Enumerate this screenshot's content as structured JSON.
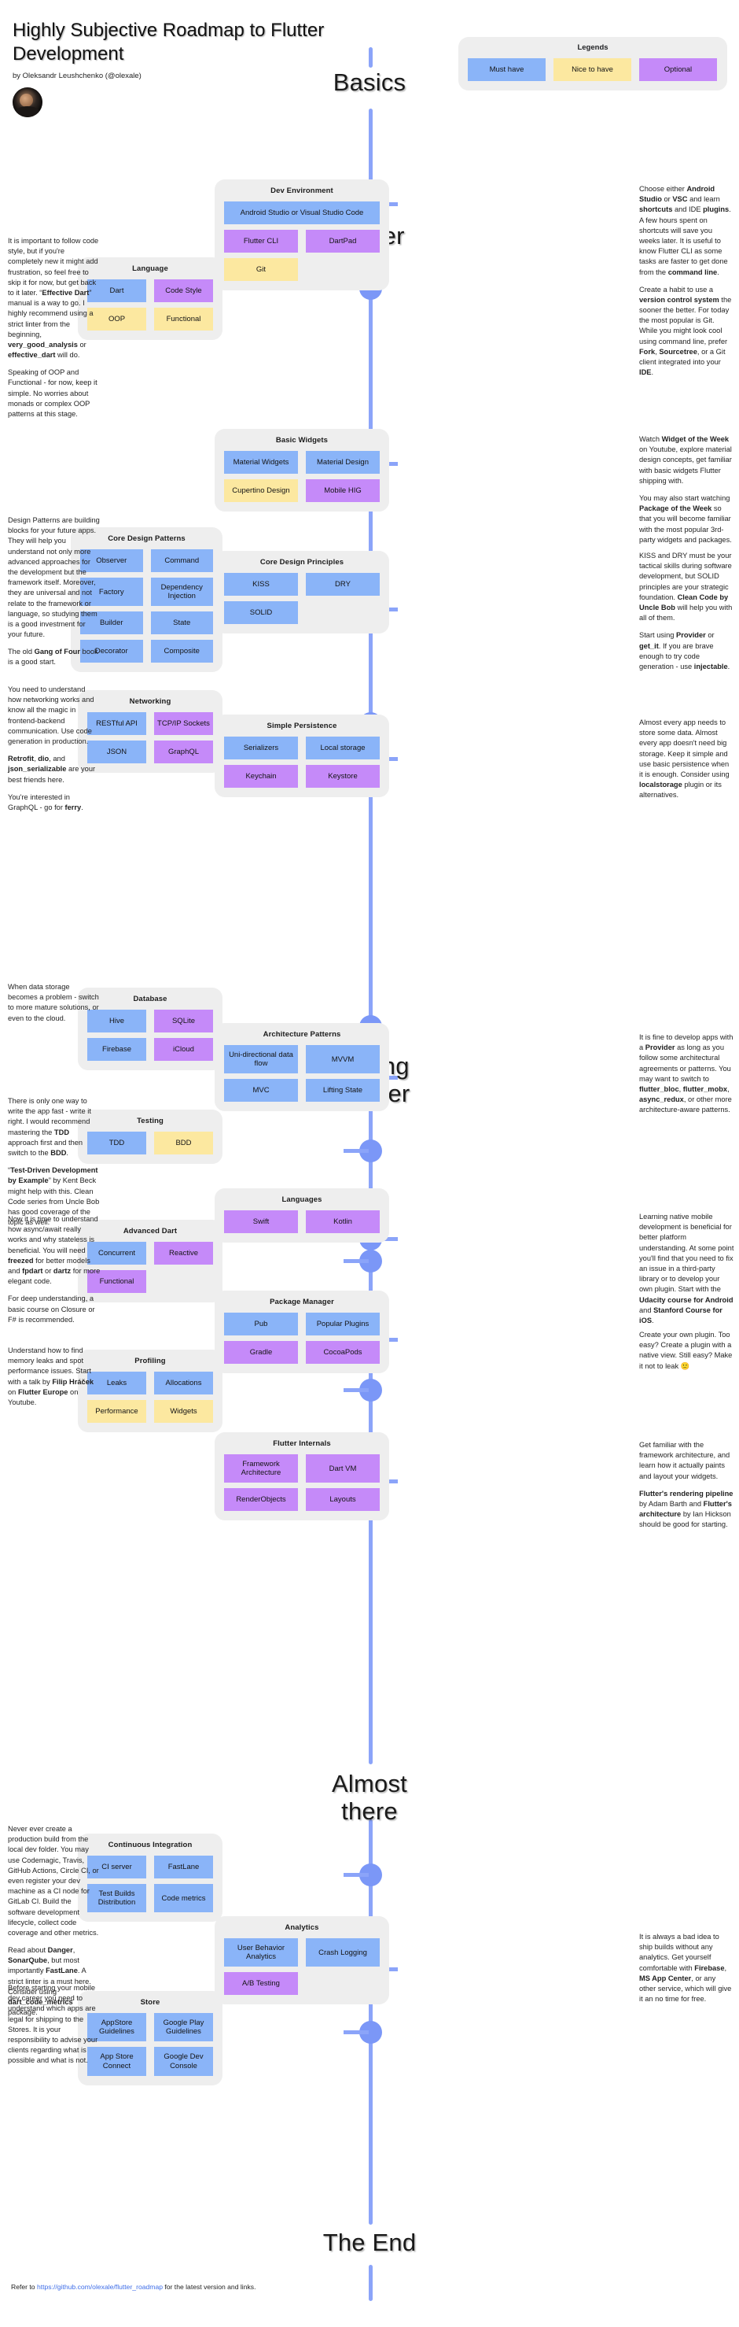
{
  "title": {
    "heading": "Highly Subjective Roadmap to Flutter Development",
    "byline": "by Oleksandr Leushchenko (@olexale)"
  },
  "legends": {
    "title": "Legends",
    "items": [
      {
        "label": "Must have",
        "color": "#8ab4f8",
        "kind": "blue"
      },
      {
        "label": "Nice to have",
        "color": "#fce8a0",
        "kind": "yellow"
      },
      {
        "label": "Optional",
        "color": "#c58af9",
        "kind": "purple"
      }
    ]
  },
  "milestones": [
    {
      "label": "Basics"
    },
    {
      "label": "Flutter"
    },
    {
      "label": "Getting Deeper"
    },
    {
      "label": "Almost there"
    },
    {
      "label": "The End"
    }
  ],
  "groups": [
    {
      "id": "dev-environment",
      "title": "Dev Environment",
      "chips": [
        {
          "label": "Android Studio or Visual Studio Code",
          "kind": "blue",
          "width": "full"
        },
        {
          "label": "Flutter CLI",
          "kind": "purple",
          "width": "half"
        },
        {
          "label": "DartPad",
          "kind": "purple",
          "width": "half"
        },
        {
          "label": "Git",
          "kind": "yellow",
          "width": "half"
        }
      ]
    },
    {
      "id": "language",
      "title": "Language",
      "chips": [
        {
          "label": "Dart",
          "kind": "blue",
          "width": "half"
        },
        {
          "label": "Code Style",
          "kind": "purple",
          "width": "half"
        },
        {
          "label": "OOP",
          "kind": "yellow",
          "width": "half"
        },
        {
          "label": "Functional",
          "kind": "yellow",
          "width": "half"
        }
      ]
    },
    {
      "id": "basic-widgets",
      "title": "Basic Widgets",
      "chips": [
        {
          "label": "Material Widgets",
          "kind": "blue",
          "width": "half"
        },
        {
          "label": "Material Design",
          "kind": "blue",
          "width": "half"
        },
        {
          "label": "Cupertino Design",
          "kind": "yellow",
          "width": "half"
        },
        {
          "label": "Mobile HIG",
          "kind": "purple",
          "width": "half"
        }
      ]
    },
    {
      "id": "core-design-patterns",
      "title": "Core Design Patterns",
      "chips": [
        {
          "label": "Observer",
          "kind": "blue",
          "width": "half"
        },
        {
          "label": "Command",
          "kind": "blue",
          "width": "half"
        },
        {
          "label": "Factory",
          "kind": "blue",
          "width": "half"
        },
        {
          "label": "Dependency Injection",
          "kind": "blue",
          "width": "half"
        },
        {
          "label": "Builder",
          "kind": "blue",
          "width": "half"
        },
        {
          "label": "State",
          "kind": "blue",
          "width": "half"
        },
        {
          "label": "Decorator",
          "kind": "blue",
          "width": "half"
        },
        {
          "label": "Composite",
          "kind": "blue",
          "width": "half"
        }
      ]
    },
    {
      "id": "core-design-principles",
      "title": "Core Design Principles",
      "chips": [
        {
          "label": "KISS",
          "kind": "blue",
          "width": "half"
        },
        {
          "label": "DRY",
          "kind": "blue",
          "width": "half"
        },
        {
          "label": "SOLID",
          "kind": "blue",
          "width": "half"
        }
      ]
    },
    {
      "id": "networking",
      "title": "Networking",
      "chips": [
        {
          "label": "RESTful API",
          "kind": "blue",
          "width": "half"
        },
        {
          "label": "TCP/IP Sockets",
          "kind": "purple",
          "width": "half"
        },
        {
          "label": "JSON",
          "kind": "blue",
          "width": "half"
        },
        {
          "label": "GraphQL",
          "kind": "purple",
          "width": "half"
        }
      ]
    },
    {
      "id": "simple-persistence",
      "title": "Simple Persistence",
      "chips": [
        {
          "label": "Serializers",
          "kind": "blue",
          "width": "half"
        },
        {
          "label": "Local storage",
          "kind": "blue",
          "width": "half"
        },
        {
          "label": "Keychain",
          "kind": "purple",
          "width": "half"
        },
        {
          "label": "Keystore",
          "kind": "purple",
          "width": "half"
        }
      ]
    },
    {
      "id": "database",
      "title": "Database",
      "chips": [
        {
          "label": "Hive",
          "kind": "blue",
          "width": "half"
        },
        {
          "label": "SQLite",
          "kind": "purple",
          "width": "half"
        },
        {
          "label": "Firebase",
          "kind": "blue",
          "width": "half"
        },
        {
          "label": "iCloud",
          "kind": "purple",
          "width": "half"
        }
      ]
    },
    {
      "id": "architecture-patterns",
      "title": "Architecture Patterns",
      "chips": [
        {
          "label": "Uni-directional data flow",
          "kind": "blue",
          "width": "half"
        },
        {
          "label": "MVVM",
          "kind": "blue",
          "width": "half"
        },
        {
          "label": "MVC",
          "kind": "blue",
          "width": "half"
        },
        {
          "label": "Lifting State",
          "kind": "blue",
          "width": "half"
        }
      ]
    },
    {
      "id": "testing",
      "title": "Testing",
      "chips": [
        {
          "label": "TDD",
          "kind": "blue",
          "width": "half"
        },
        {
          "label": "BDD",
          "kind": "yellow",
          "width": "half"
        }
      ]
    },
    {
      "id": "languages",
      "title": "Languages",
      "chips": [
        {
          "label": "Swift",
          "kind": "purple",
          "width": "half"
        },
        {
          "label": "Kotlin",
          "kind": "purple",
          "width": "half"
        }
      ]
    },
    {
      "id": "advanced-dart",
      "title": "Advanced Dart",
      "chips": [
        {
          "label": "Concurrent",
          "kind": "blue",
          "width": "half"
        },
        {
          "label": "Reactive",
          "kind": "purple",
          "width": "half"
        },
        {
          "label": "Functional",
          "kind": "purple",
          "width": "half"
        }
      ]
    },
    {
      "id": "package-manager",
      "title": "Package Manager",
      "chips": [
        {
          "label": "Pub",
          "kind": "blue",
          "width": "half"
        },
        {
          "label": "Popular Plugins",
          "kind": "blue",
          "width": "half"
        },
        {
          "label": "Gradle",
          "kind": "purple",
          "width": "half"
        },
        {
          "label": "CocoaPods",
          "kind": "purple",
          "width": "half"
        }
      ]
    },
    {
      "id": "profiling",
      "title": "Profiling",
      "chips": [
        {
          "label": "Leaks",
          "kind": "blue",
          "width": "half"
        },
        {
          "label": "Allocations",
          "kind": "blue",
          "width": "half"
        },
        {
          "label": "Performance",
          "kind": "yellow",
          "width": "half"
        },
        {
          "label": "Widgets",
          "kind": "yellow",
          "width": "half"
        }
      ]
    },
    {
      "id": "flutter-internals",
      "title": "Flutter Internals",
      "chips": [
        {
          "label": "Framework Architecture",
          "kind": "purple",
          "width": "half"
        },
        {
          "label": "Dart VM",
          "kind": "purple",
          "width": "half"
        },
        {
          "label": "RenderObjects",
          "kind": "purple",
          "width": "half"
        },
        {
          "label": "Layouts",
          "kind": "purple",
          "width": "half"
        }
      ]
    },
    {
      "id": "continuous-integration",
      "title": "Continuous Integration",
      "chips": [
        {
          "label": "CI server",
          "kind": "blue",
          "width": "half"
        },
        {
          "label": "FastLane",
          "kind": "blue",
          "width": "half"
        },
        {
          "label": "Test Builds Distribution",
          "kind": "blue",
          "width": "half"
        },
        {
          "label": "Code metrics",
          "kind": "blue",
          "width": "half"
        }
      ]
    },
    {
      "id": "analytics",
      "title": "Analytics",
      "chips": [
        {
          "label": "User Behavior Analytics",
          "kind": "blue",
          "width": "half"
        },
        {
          "label": "Crash Logging",
          "kind": "blue",
          "width": "half"
        },
        {
          "label": "A/B Testing",
          "kind": "purple",
          "width": "half"
        }
      ]
    },
    {
      "id": "store",
      "title": "Store",
      "chips": [
        {
          "label": "AppStore Guidelines",
          "kind": "blue",
          "width": "half"
        },
        {
          "label": "Google Play Guidelines",
          "kind": "blue",
          "width": "half"
        },
        {
          "label": "App Store Connect",
          "kind": "blue",
          "width": "half"
        },
        {
          "label": "Google Dev Console",
          "kind": "blue",
          "width": "half"
        }
      ]
    }
  ],
  "notes": [
    {
      "id": "note-dev-environment",
      "side": "right",
      "paragraphs": [
        "Choose either <b>Android Studio</b> or <b>VSC</b> and learn <b>shortcuts</b> and IDE <b>plugins</b>. A few hours spent on shortcuts will save you weeks later. It is useful to know Flutter CLI as some tasks are faster to get done from the <b>command line</b>.",
        "Create a habit to use a <b>version control system</b> the sooner the better. For today the most popular is Git. While you might look cool using command line, prefer <b>Fork</b>, <b>Sourcetree</b>, or a Git client integrated into your <b>IDE</b>."
      ]
    },
    {
      "id": "note-language",
      "side": "left",
      "paragraphs": [
        "It is important to follow code style, but if you're completely new it might add frustration, so feel free to skip it for now, but get back to it later. “<b>Effective Dart</b>” manual is a way to go. I highly recommend using a strict linter from the beginning, <b>very_good_analysis</b> or <b>effective_dart</b> will do.",
        "Speaking of OOP and Functional - for now, keep it simple. No worries about monads or complex OOP patterns at this stage."
      ]
    },
    {
      "id": "note-basic-widgets",
      "side": "right",
      "paragraphs": [
        "Watch <b>Widget of the Week</b> on Youtube, explore material design concepts, get familiar with basic widgets Flutter shipping with.",
        "You may also start watching <b>Package of the Week</b> so that you will become familiar with the most popular 3rd-party widgets and packages."
      ]
    },
    {
      "id": "note-core-design-patterns",
      "side": "left",
      "paragraphs": [
        "Design Patterns are building blocks for your future apps. They will help you understand not only more advanced approaches for the development but the framework itself. Moreover, they are universal and not relate to the framework or language, so studying them is a good investment for your future.",
        "The old <b>Gang of Four</b> book is a good start."
      ]
    },
    {
      "id": "note-core-design-principles",
      "side": "right",
      "paragraphs": [
        "KISS and DRY must be your tactical skills during software development, but SOLID principles are your strategic foundation. <b>Clean Code by Uncle Bob</b> will help you with all of them.",
        "Start using <b>Provider</b> or <b>get_it</b>. If you are brave enough to try code generation - use <b>injectable</b>."
      ]
    },
    {
      "id": "note-networking",
      "side": "left",
      "paragraphs": [
        "You need to understand how networking works and know all the magic in frontend-backend communication. Use code generation in production.",
        "<b>Retrofit</b>, <b>dio</b>, and <b>json_serializable</b> are your best friends here.",
        "You're interested in GraphQL - go for <b>ferry</b>."
      ]
    },
    {
      "id": "note-simple-persistence",
      "side": "right",
      "paragraphs": [
        "Almost every app needs to store some data. Almost every app doesn't need big storage. Keep it simple and use basic persistence when it is enough. Consider using <b>localstorage</b> plugin or its alternatives."
      ]
    },
    {
      "id": "note-database",
      "side": "left",
      "paragraphs": [
        "When data storage becomes a problem - switch to more mature solutions, or even to the cloud."
      ]
    },
    {
      "id": "note-architecture-patterns",
      "side": "right",
      "paragraphs": [
        "It is fine to develop apps with a <b>Provider</b> as long as you follow some architectural agreements or patterns. You may want to switch to <b>flutter_bloc</b>, <b>flutter_mobx</b>, <b>async_redux</b>, or other more architecture-aware patterns."
      ]
    },
    {
      "id": "note-testing",
      "side": "left",
      "paragraphs": [
        "There is only one way to write the app fast - write it right. I would recommend mastering the <b>TDD</b> approach first and then switch to the <b>BDD</b>.",
        "“<b>Test-Driven Development by Example</b>” by Kent Beck might help with this. Clean Code series from Uncle Bob has good coverage of the topic as well."
      ]
    },
    {
      "id": "note-languages",
      "side": "right",
      "paragraphs": [
        "Learning native mobile development is beneficial for better platform understanding. At some point you'll find that you need to fix an issue in a third-party library or to develop your own plugin. Start with the <b>Udacity course for Android</b> and <b>Stanford Course for iOS</b>."
      ]
    },
    {
      "id": "note-advanced-dart",
      "side": "left",
      "paragraphs": [
        "Now it is time to understand how async/await really works and why stateless is beneficial. You will need <b>freezed</b> for better models and <b>fpdart</b> or <b>dartz</b> for more elegant code.",
        "For deep understanding, a basic course on Closure or F# is recommended."
      ]
    },
    {
      "id": "note-package-manager",
      "side": "right",
      "paragraphs": [
        "Create your own plugin. Too easy? Create a plugin with a native view. Still easy? Make it not to leak 🙂"
      ]
    },
    {
      "id": "note-profiling",
      "side": "left",
      "paragraphs": [
        "Understand how to find memory leaks and spot performance issues. Start with a talk by <b>Filip Hráček</b> on <b>Flutter Europe</b> on Youtube."
      ]
    },
    {
      "id": "note-flutter-internals",
      "side": "right",
      "paragraphs": [
        "Get familiar with the framework architecture, and learn how it actually paints and layout your widgets.",
        "<b>Flutter's rendering pipeline</b> by Adam Barth and <b>Flutter's architecture</b> by Ian Hickson should be good for starting."
      ]
    },
    {
      "id": "note-continuous-integration",
      "side": "left",
      "paragraphs": [
        "Never ever create a production build from the local dev folder. You may use Codemagic, Travis, GitHub Actions, Circle CI, or even register your dev machine as a CI node for GitLab CI. Build the software development lifecycle, collect code coverage and other metrics.",
        "Read about <b>Danger</b>, <b>SonarQube</b>, but most importantly <b>FastLane</b>. A strict linter is a must here. Consider using <b>dart_code_metrics</b> package."
      ]
    },
    {
      "id": "note-analytics",
      "side": "right",
      "paragraphs": [
        "It is always a bad idea to ship builds without any analytics. Get yourself comfortable with <b>Firebase</b>, <b>MS App Center</b>, or any other service, which will give it an no time for free."
      ]
    },
    {
      "id": "note-store",
      "side": "left",
      "paragraphs": [
        "Before starting your mobile dev career you need to understand which apps are legal for shipping to the Stores. It is your responsibility to advise your clients regarding what is possible and what is not."
      ]
    }
  ],
  "footer": {
    "prefix": "Refer to ",
    "link": "https://github.com/olexale/flutter_roadmap",
    "suffix": " for the latest version and links."
  }
}
